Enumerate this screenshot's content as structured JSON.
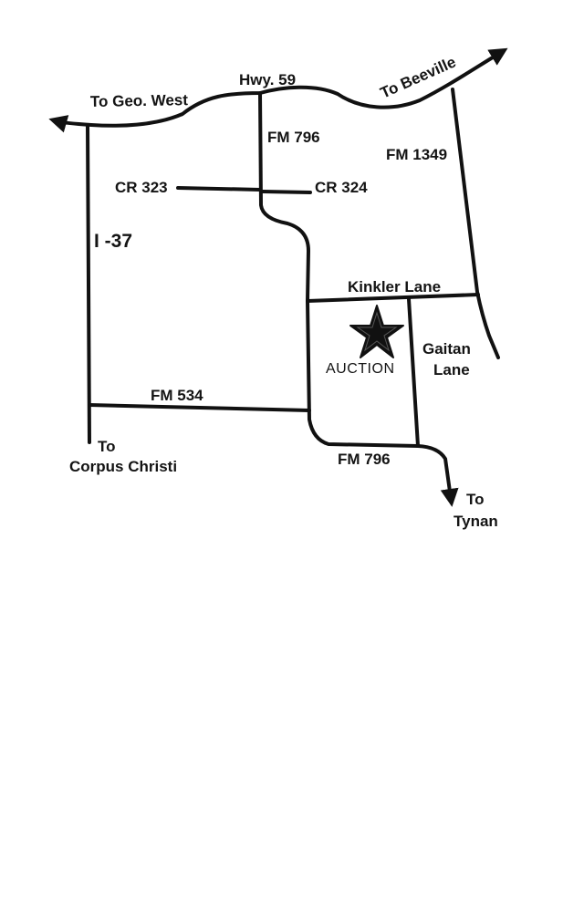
{
  "colors": {
    "ink": "#111111",
    "background": "#ffffff"
  },
  "labels": {
    "hwy59": "Hwy. 59",
    "to_geo_west": "To  Geo. West",
    "to_beeville": "To  Beeville",
    "fm796_north": "FM 796",
    "fm1349": "FM 1349",
    "cr323": "CR 323",
    "cr324": "CR 324",
    "i37": "I -37",
    "kinkler_lane": "Kinkler Lane",
    "auction": "AUCTION",
    "gaitan_lane_1": "Gaitan",
    "gaitan_lane_2": "Lane",
    "fm534": "FM 534",
    "fm796_south": "FM 796",
    "to_corpus_1": "To",
    "to_corpus_2": "Corpus Christi",
    "to_tynan_1": "To",
    "to_tynan_2": "Tynan"
  },
  "markers": {
    "auction_icon": "star-icon"
  }
}
